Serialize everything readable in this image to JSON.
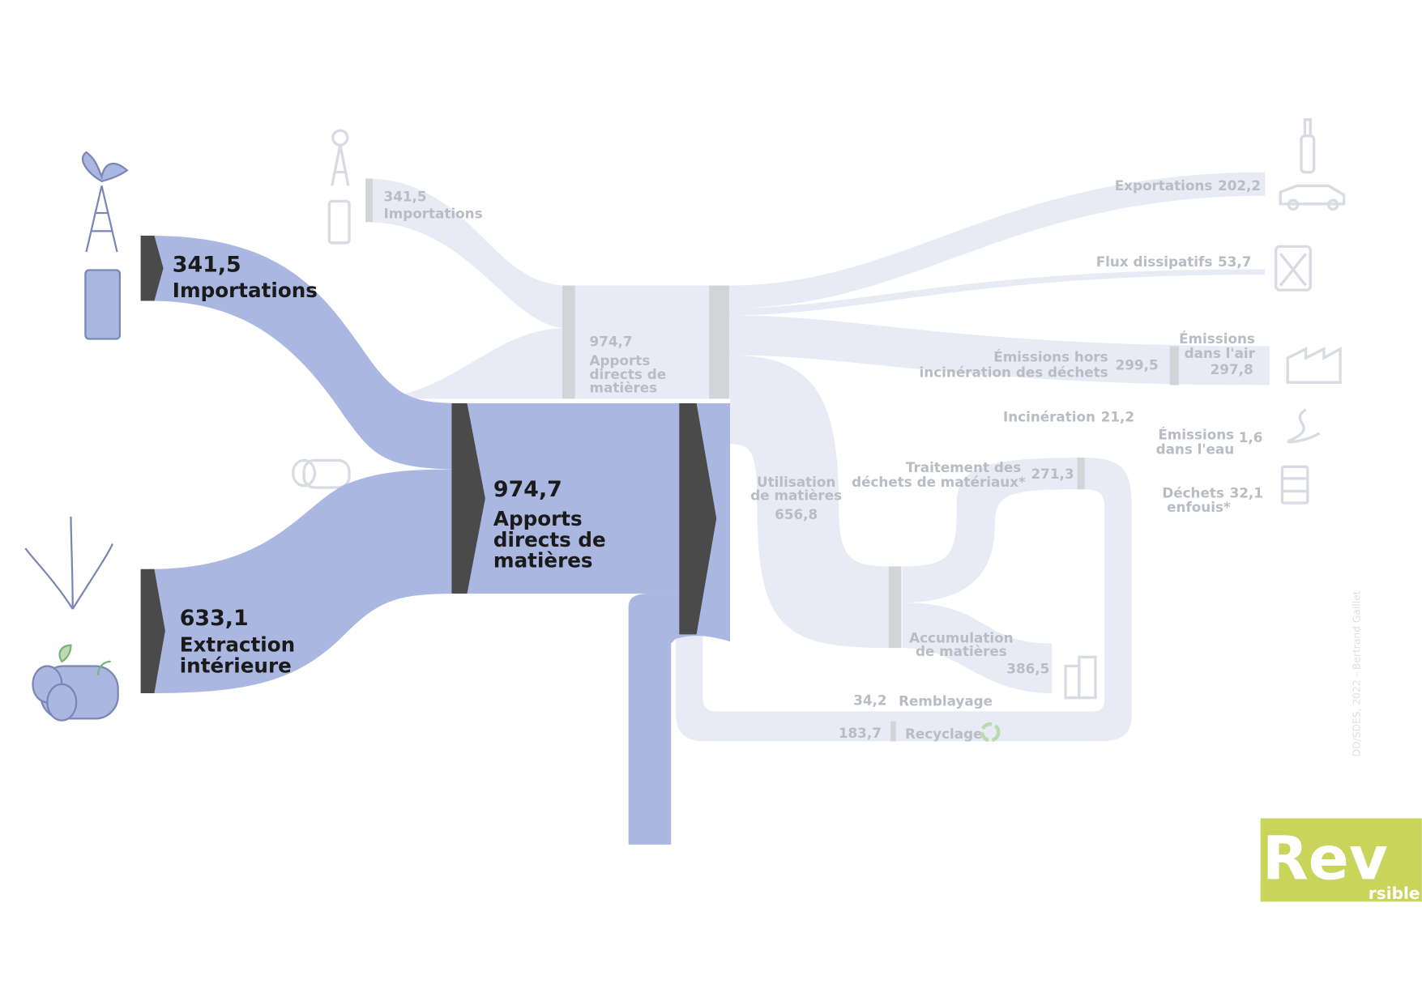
{
  "colors": {
    "highlight": "#aab7e1",
    "faded": "#e8ebf5",
    "node_dark": "#4a4a4a",
    "node_grey": "#d3d4d8",
    "logo": "#c8d45a"
  },
  "highlight": {
    "imports": {
      "value": "341,5",
      "label": "Importations"
    },
    "extraction": {
      "value": "633,1",
      "label_line1": "Extraction",
      "label_line2": "intérieure"
    },
    "central": {
      "value": "974,7",
      "label_line1": "Apports",
      "label_line2": "directs de",
      "label_line3": "matières"
    }
  },
  "faded": {
    "imports": {
      "value": "341,5",
      "label": "Importations"
    },
    "central": {
      "value": "974,7",
      "label_line1": "Apports",
      "label_line2": "directs de",
      "label_line3": "matières"
    },
    "exports": {
      "label": "Exportations",
      "value": "202,2"
    },
    "dissipative": {
      "label": "Flux dissipatifs",
      "value": "53,7"
    },
    "emissions_non_incin": {
      "label_line1": "Émissions hors",
      "label_line2": "incinération des déchets",
      "value": "299,5"
    },
    "emissions_air": {
      "label_line1": "Émissions",
      "label_line2": "dans l'air",
      "value": "297,8"
    },
    "incineration": {
      "label": "Incinération",
      "value": "21,2"
    },
    "emissions_water": {
      "label_line1": "Émissions",
      "label_line2": "dans l'eau",
      "value": "1,6"
    },
    "waste_treatment": {
      "label_line1": "Traitement des",
      "label_line2": "déchets de matériaux*",
      "value": "271,3"
    },
    "landfill": {
      "label_line1": "Déchets",
      "label_line2": "enfouis*",
      "value": "32,1"
    },
    "use": {
      "label_line1": "Utilisation",
      "label_line2": "de matières",
      "value": "656,8"
    },
    "accumulation": {
      "label_line1": "Accumulation",
      "label_line2": "de matières",
      "value": "386,5"
    },
    "backfill": {
      "label": "Remblayage",
      "value": "34,2"
    },
    "recycling": {
      "label": "Recyclage",
      "value": "183,7"
    }
  },
  "credit": "DD/SDES, 2022 - Bertrand Gaillet",
  "logo": {
    "big": "Rev",
    "small": "rsible"
  }
}
